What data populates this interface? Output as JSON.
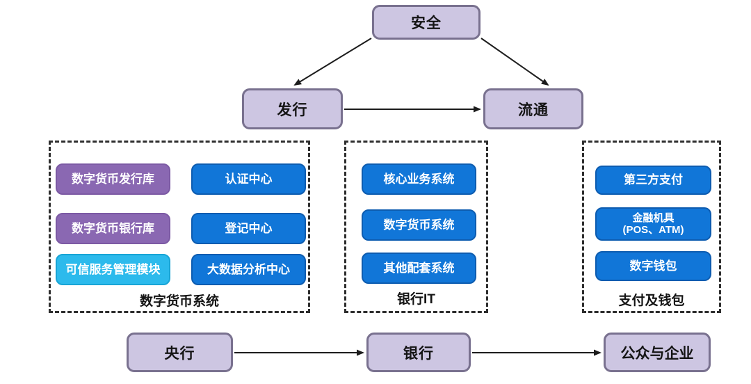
{
  "colors": {
    "background": "#ffffff",
    "node_fill": "#cdc6e2",
    "node_border": "#79718f",
    "purple_item": "#8a68b2",
    "blue_item": "#1176d8",
    "cyan_item": "#2cbaec",
    "item_text": "#ffffff",
    "dashed_border": "#2e2e2e",
    "arrow": "#1c1c1c"
  },
  "nodes": {
    "security": "安全",
    "issuance": "发行",
    "circulation": "流通",
    "central_bank": "央行",
    "bank": "银行",
    "public_enterprise": "公众与企业"
  },
  "panels": [
    {
      "label": "数字货币系统",
      "items": [
        {
          "text": "数字货币发行库",
          "color": "purple"
        },
        {
          "text": "认证中心",
          "color": "blue"
        },
        {
          "text": "数字货币银行库",
          "color": "purple"
        },
        {
          "text": "登记中心",
          "color": "blue"
        },
        {
          "text": "可信服务管理模块",
          "color": "cyan"
        },
        {
          "text": "大数据分析中心",
          "color": "blue"
        }
      ]
    },
    {
      "label": "银行IT",
      "items": [
        {
          "text": "核心业务系统",
          "color": "blue"
        },
        {
          "text": "数字货币系统",
          "color": "blue"
        },
        {
          "text": "其他配套系统",
          "color": "blue"
        }
      ]
    },
    {
      "label": "支付及钱包",
      "items": [
        {
          "text": "第三方支付",
          "color": "blue"
        },
        {
          "text": "金融机具",
          "text2": "(POS、ATM)",
          "color": "blue"
        },
        {
          "text": "数字钱包",
          "color": "blue"
        }
      ]
    }
  ]
}
